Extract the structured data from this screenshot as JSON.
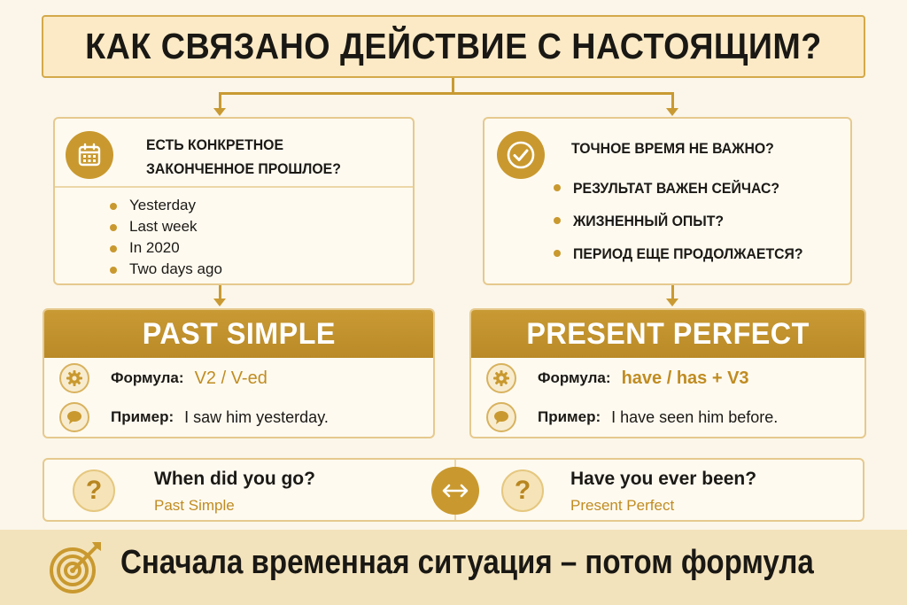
{
  "title": "КАК СВЯЗАНО ДЕЙСТВИЕ С НАСТОЯЩИМ?",
  "left_question": {
    "icon": "calendar-icon",
    "line1": "ЕСТЬ КОНКРЕТНОЕ",
    "line2": "ЗАКОНЧЕННОЕ ПРОШЛОЕ?",
    "examples": [
      "Yesterday",
      "Last week",
      "In 2020",
      "Two days ago"
    ]
  },
  "right_question": {
    "icon": "check-circle-icon",
    "main": "ТОЧНОЕ ВРЕМЯ НЕ ВАЖНО?",
    "items": [
      "РЕЗУЛЬТАТ ВАЖЕН СЕЙЧАС?",
      "ЖИЗНЕННЫЙ ОПЫТ?",
      "ПЕРИОД ЕЩЕ ПРОДОЛЖАЕТСЯ?"
    ]
  },
  "past_simple": {
    "name": "PAST SIMPLE",
    "formula_label": "Формула:",
    "formula": "V2 / V-ed",
    "example_label": "Пример:",
    "example": "I saw him yesterday."
  },
  "present_perfect": {
    "name": "PRESENT PERFECT",
    "formula_label": "Формула:",
    "formula": "have / has + V3",
    "example_label": "Пример:",
    "example": "I have seen him before."
  },
  "comparison": {
    "left_question": "When did you go?",
    "left_tense": "Past Simple",
    "right_question": "Have you ever been?",
    "right_tense": "Present Perfect",
    "qmark": "?",
    "swap_icon": "swap-arrows-icon"
  },
  "footer": {
    "icon": "target-icon",
    "text": "Сначала временная ситуация  –  потом формула"
  },
  "colors": {
    "gold": "#c9992f",
    "cream": "#fbf6e9",
    "border": "#e6c98e"
  }
}
